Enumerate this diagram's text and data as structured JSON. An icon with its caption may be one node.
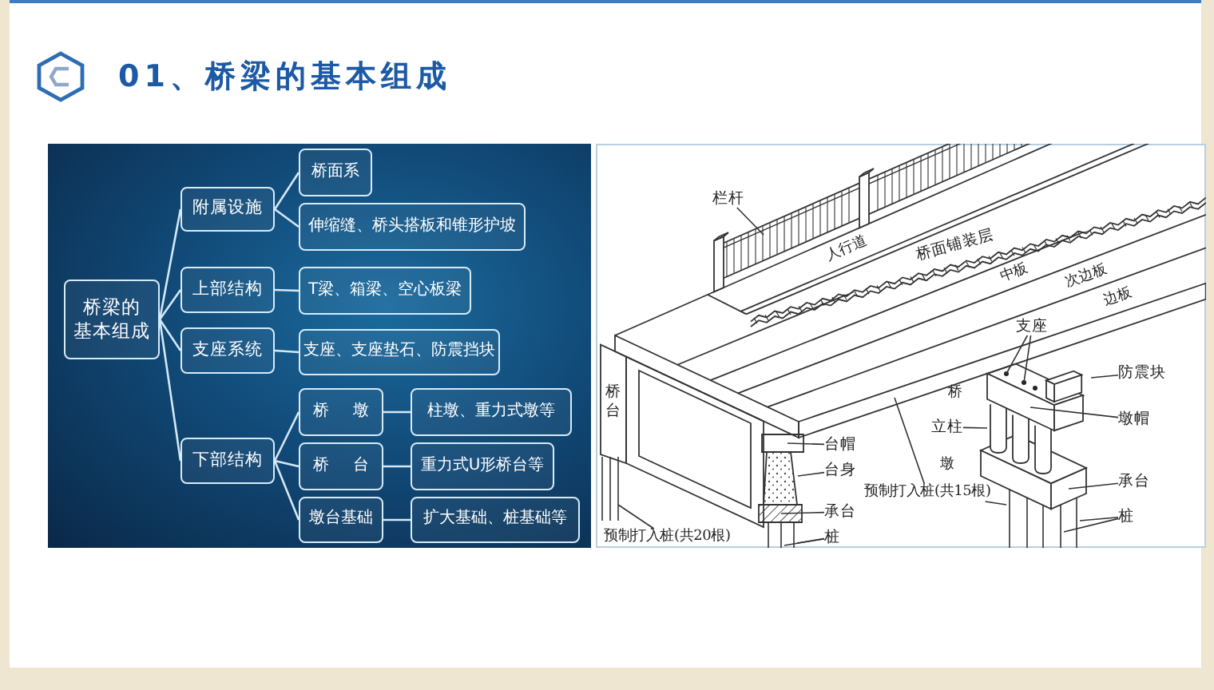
{
  "diagram": {
    "title": "01、桥梁的基本组成",
    "nodes": [
      {
        "text": [
          "桥梁的基本组成"
        ]
      },
      {
        "text": [
          "附属设施"
        ]
      },
      {
        "text": [
          "桥面系"
        ]
      },
      {
        "text": [
          "伸缩缝、桥头搭板和锥形护坡"
        ]
      },
      {
        "text": [
          "上部结构"
        ]
      },
      {
        "text": [
          "T梁、箱梁、空心板梁"
        ]
      },
      {
        "text": [
          "支座系统"
        ]
      },
      {
        "text": [
          "支座、支座垫石、防震挡块"
        ]
      },
      {
        "text": [
          "下部结构"
        ]
      },
      {
        "text": [
          "桥 墩"
        ]
      },
      {
        "text": [
          "柱墩、重力式墩等"
        ]
      },
      {
        "text": [
          "桥 台"
        ]
      },
      {
        "text": [
          "重力式U形桥台等"
        ]
      },
      {
        "text": [
          "墩台基础"
        ]
      },
      {
        "text": [
          "扩大基础、桩基础等"
        ]
      },
      {
        "text": [
          "栏杆"
        ]
      },
      {
        "text": [
          "支座"
        ]
      },
      {
        "text": [
          "防震块"
        ]
      },
      {
        "text": [
          "墩帽"
        ]
      },
      {
        "text": [
          "台帽"
        ]
      },
      {
        "text": [
          "立柱"
        ]
      },
      {
        "text": [
          "台身"
        ]
      },
      {
        "text": [
          "承台"
        ]
      },
      {
        "text": [
          "预制打入桩(共15根)"
        ]
      },
      {
        "text": [
          "承台"
        ]
      },
      {
        "text": [
          "桩"
        ]
      },
      {
        "text": [
          "桩"
        ]
      },
      {
        "text": [
          "预制打入桩(共20根)"
        ]
      }
    ],
    "edges": [
      {
        "from": 0,
        "to": 1,
        "arrow": "none",
        "color": "#d4e8f6"
      },
      {
        "from": 0,
        "to": 4,
        "arrow": "none",
        "color": "#d4e8f6"
      },
      {
        "from": 0,
        "to": 6,
        "arrow": "none",
        "color": "#d4e8f6"
      },
      {
        "from": 0,
        "to": 8,
        "arrow": "none",
        "color": "#d4e8f6"
      },
      {
        "from": 1,
        "to": 2,
        "arrow": "none",
        "color": "#d4e8f6"
      },
      {
        "from": 1,
        "to": 3,
        "arrow": "none",
        "color": "#d4e8f6"
      },
      {
        "from": 4,
        "to": 5,
        "arrow": "none",
        "color": "#d4e8f6"
      },
      {
        "from": 6,
        "to": 7,
        "arrow": "none",
        "color": "#d4e8f6"
      },
      {
        "from": 8,
        "to": 9,
        "arrow": "none",
        "color": "#d4e8f6"
      },
      {
        "from": 8,
        "to": 11,
        "arrow": "none",
        "color": "#d4e8f6"
      },
      {
        "from": 8,
        "to": 13,
        "arrow": "none",
        "color": "#d4e8f6"
      },
      {
        "from": 9,
        "to": 10,
        "arrow": "none",
        "color": "#d4e8f6"
      },
      {
        "from": 11,
        "to": 12,
        "arrow": "none",
        "color": "#d4e8f6"
      },
      {
        "from": 13,
        "to": 14,
        "arrow": "none",
        "color": "#d4e8f6"
      },
      {
        "from": 15,
        "to": null,
        "arrow": "none"
      },
      {
        "from": 16,
        "to": null,
        "arrow": "none"
      },
      {
        "from": 16,
        "to": null,
        "arrow": "none"
      },
      {
        "from": 17,
        "to": null,
        "arrow": "none"
      },
      {
        "from": 18,
        "to": null,
        "arrow": "none"
      },
      {
        "from": 19,
        "to": null,
        "arrow": "none"
      },
      {
        "from": 20,
        "to": null,
        "arrow": "none"
      },
      {
        "from": 21,
        "to": null,
        "arrow": "none"
      },
      {
        "from": 22,
        "to": null,
        "arrow": "none"
      },
      {
        "from": 23,
        "to": null,
        "arrow": "none"
      },
      {
        "from": 23,
        "to": null,
        "arrow": "none"
      },
      {
        "from": 24,
        "to": null,
        "arrow": "none"
      },
      {
        "from": 25,
        "to": null,
        "arrow": "none"
      },
      {
        "from": 25,
        "to": null,
        "arrow": "none"
      },
      {
        "from": 26,
        "to": null,
        "arrow": "none"
      },
      {
        "from": 26,
        "to": null,
        "arrow": "none"
      },
      {
        "from": 27,
        "to": null,
        "arrow": "none"
      }
    ],
    "labels": [
      "人行道",
      "桥面铺装层",
      "次边板",
      "中板",
      "边板",
      "桥",
      "桥台",
      "墩"
    ]
  }
}
